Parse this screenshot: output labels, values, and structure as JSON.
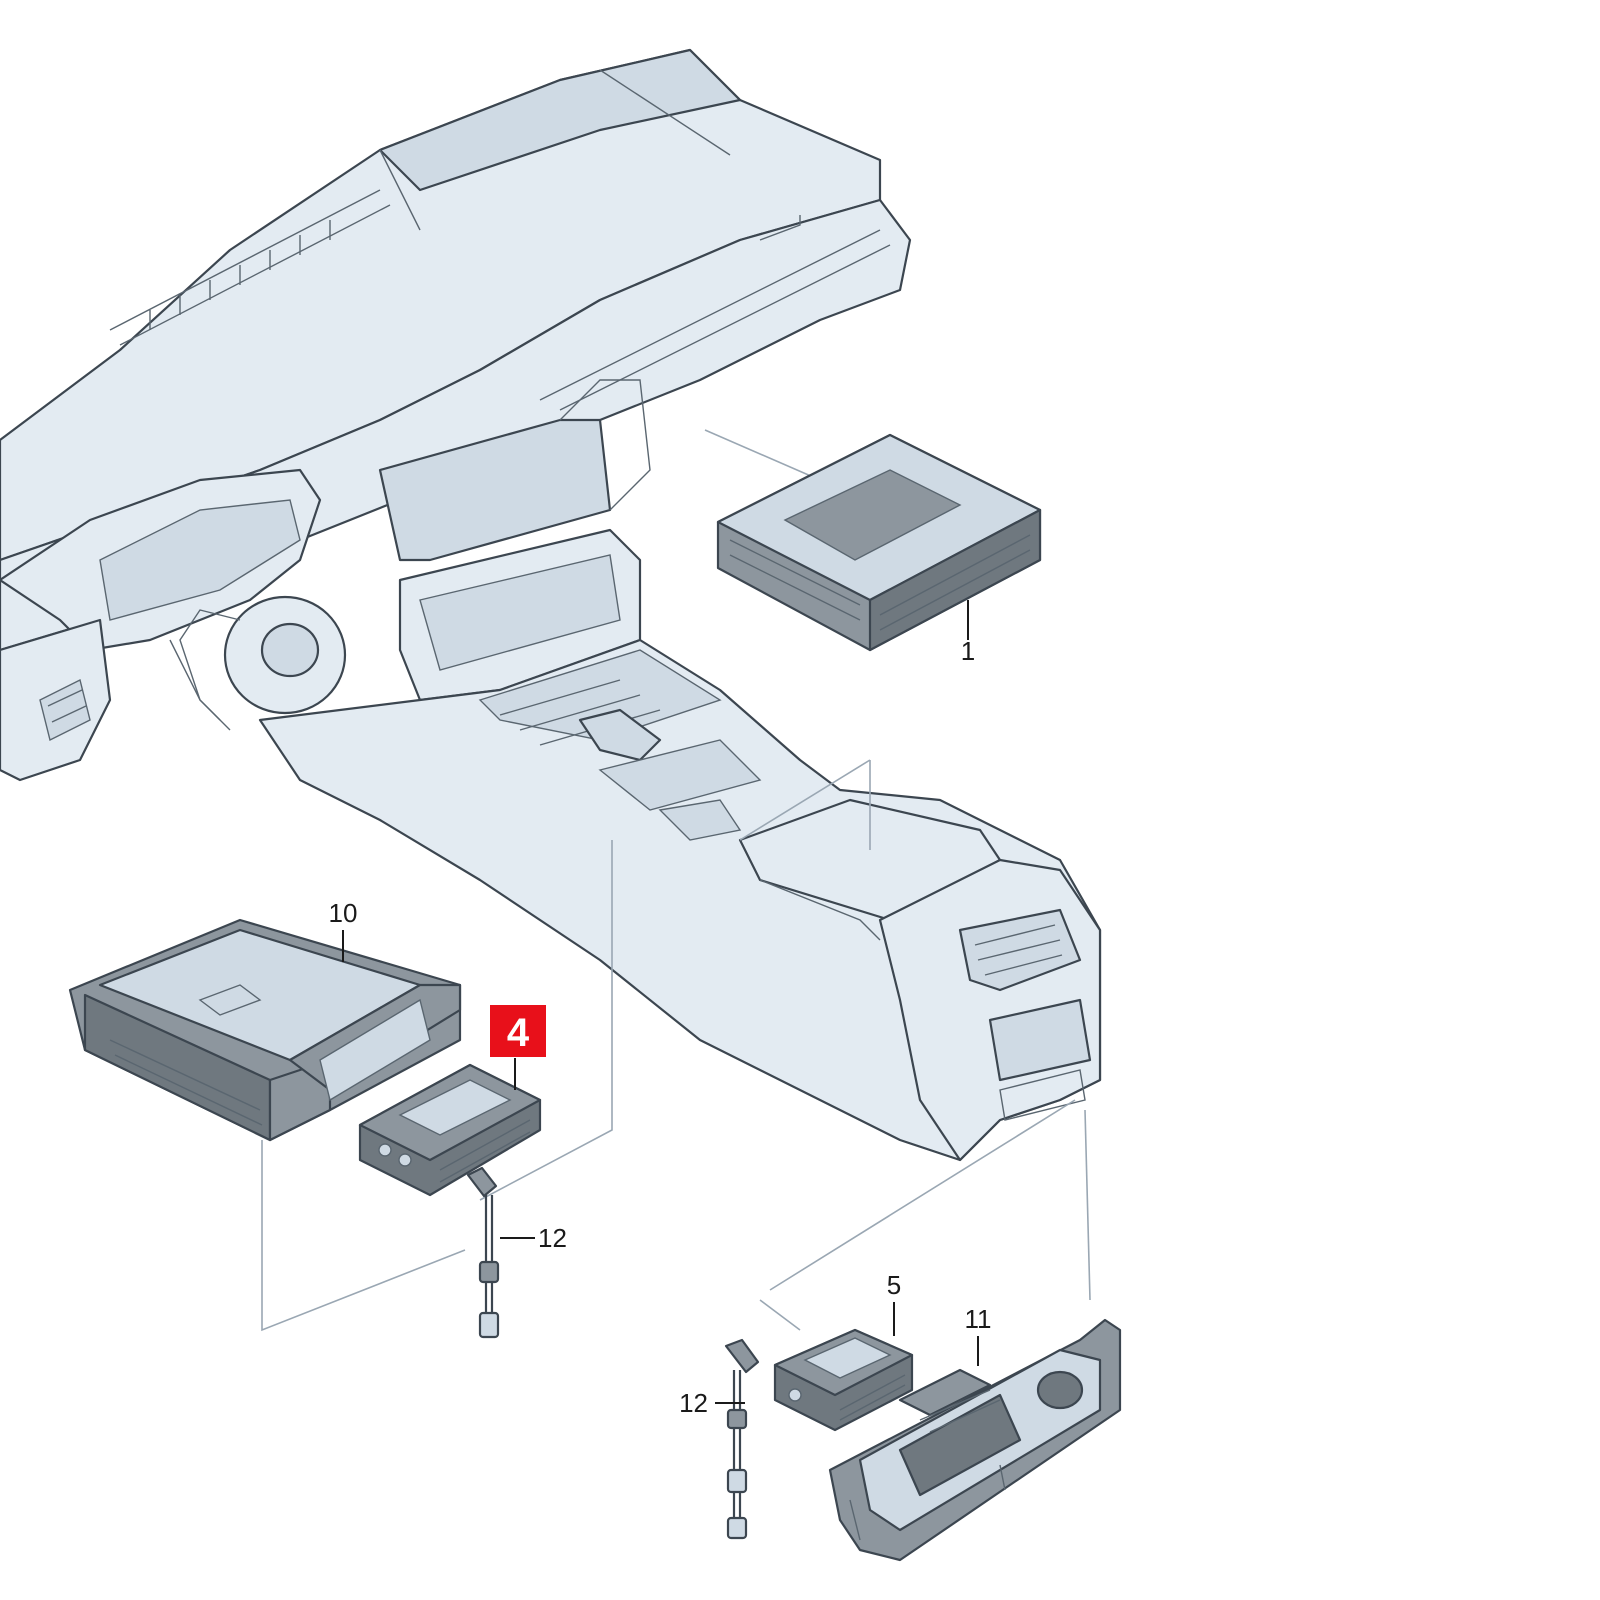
{
  "diagram": {
    "callouts": [
      {
        "id": "c1",
        "label": "1"
      },
      {
        "id": "c4",
        "label": "4",
        "highlighted": true
      },
      {
        "id": "c5",
        "label": "5"
      },
      {
        "id": "c10",
        "label": "10"
      },
      {
        "id": "c11",
        "label": "11"
      },
      {
        "id": "c12a",
        "label": "12"
      },
      {
        "id": "c12b",
        "label": "12"
      }
    ],
    "colors": {
      "highlight": "#e8101a",
      "line_art": "#3c4650",
      "ghost_fill": "#e3ebf2",
      "part_fill": "#8d969e"
    }
  }
}
